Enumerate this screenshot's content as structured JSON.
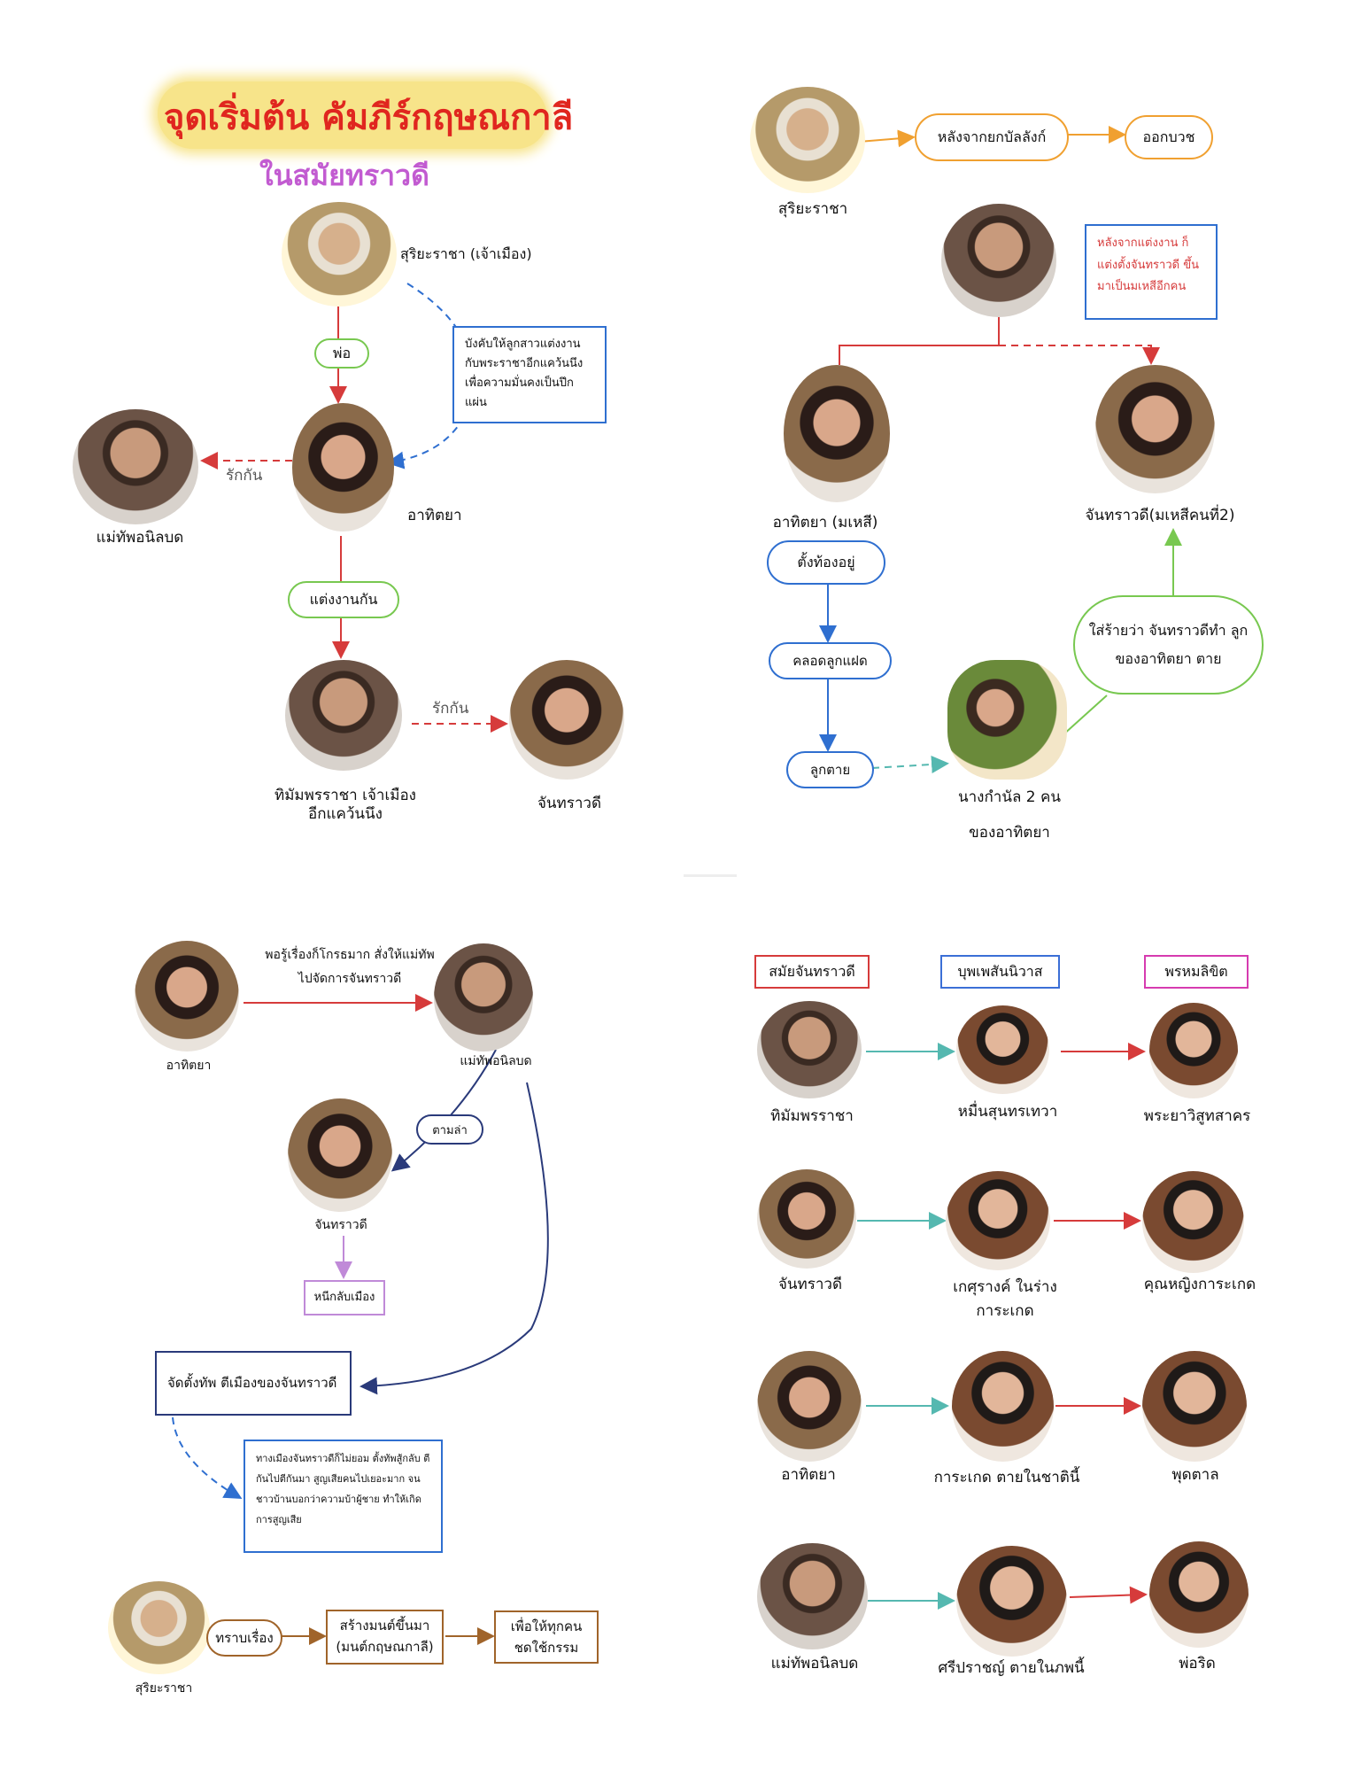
{
  "q1": {
    "title": "จุดเริ่มต้น คัมภีร์กฤษณกาลี",
    "subtitle": "ในสมัยทราวดี",
    "suriya_label": "สุริยะราชา (เจ้าเมือง)",
    "father_label": "พ่อ",
    "order_note": "บังคับให้ลูกสาวแต่งงาน กับพระราชาอีกแคว้นนึง เพื่อความมั่นคงเป็นปึกแผ่น",
    "love_label_1": "รักกัน",
    "general_label": "แม่ทัพอนิลบด",
    "athitaya_label": "อาทิตยา",
    "married_label": "แต่งงานกัน",
    "himam_label": "ทิมัมพรราชา เจ้าเมืองอีกแคว้นนึง",
    "love_label_2": "รักกัน",
    "chan_label": "จันทราวดี"
  },
  "q2": {
    "suriya_label": "สุริยะราชา",
    "after_throne": "หลังจากยกบัลลังก์",
    "ordained": "ออกบวช",
    "marry_note": "หลังจากแต่งงาน ก็แต่งตั้งจันทราวดี ขึ้นมาเป็นมเหสีอีกคน",
    "athitaya_label": "อาทิตยา (มเหสี)",
    "chan_label": "จันทราวดี(มเหสีคนที่2)",
    "pregnant": "ตั้งท้องอยู่",
    "twins": "คลอดลูกแฝด",
    "dead": "ลูกตาย",
    "maids_label_1": "นางกำนัล 2 คน",
    "maids_label_2": "ของอาทิตยา",
    "slander": "ใส่ร้ายว่า จันทราวดีทำ ลูกของอาทิตยา ตาย"
  },
  "q3": {
    "athitaya_label": "อาทิตยา",
    "general_label": "แม่ทัพอนิลบด",
    "rage_note": "พอรู้เรื่องก็โกรธมาก สั่งให้แม่ทัพไปจัดการจันทราวดี",
    "chase": "ตามล่า",
    "chan_label": "จันทราวดี",
    "flee": "หนีกลับเมือง",
    "army": "จัดตั้งทัพ ตีเมืองของจันทราวดี",
    "war_note": "ทางเมืองจันทราวดีก็ไม่ยอม ตั้งทัพสู้กลับ ตีกันไปตีกันมา สูญเสียคนไปเยอะมาก จนชาวบ้านบอกว่าความบ้าผู้ชาย ทำให้เกิดการสูญเสีย",
    "suriya_label": "สุริยะราชา",
    "learned": "ทราบเรื่อง",
    "create_mantra": "สร้างมนต์ขึ้นมา (มนต์กฤษณกาลี)",
    "karma": "เพื่อให้ทุกคน ชดใช้กรรม"
  },
  "q4": {
    "headers": [
      "สมัยจันทราวดี",
      "บุพเพสันนิวาส",
      "พรหมลิขิต"
    ],
    "header_colors": [
      "#d63b3b",
      "#3b6fd6",
      "#d63bb0"
    ],
    "rows": [
      [
        "ทิมัมพรราชา",
        "หมื่นสุนทรเทวา",
        "พระยาวิสูทสาคร"
      ],
      [
        "จันทราวดี",
        "เกศุรางค์ ในร่างการะเกด",
        "คุณหญิงการะเกด"
      ],
      [
        "อาทิตยา",
        "การะเกด ตายในชาตินี้",
        "พุดตาล"
      ],
      [
        "แม่ทัพอนิลบด",
        "ศรีปราชญ์ ตายในภพนี้",
        "พ่อริด"
      ]
    ]
  },
  "colors": {
    "red": "#d63b3b",
    "blue": "#2f6fd0",
    "green": "#78c850",
    "orange": "#f0a030",
    "teal": "#55b8b0",
    "brown": "#a0642a",
    "navy": "#2a3a7a",
    "purple": "#c08ad8"
  }
}
